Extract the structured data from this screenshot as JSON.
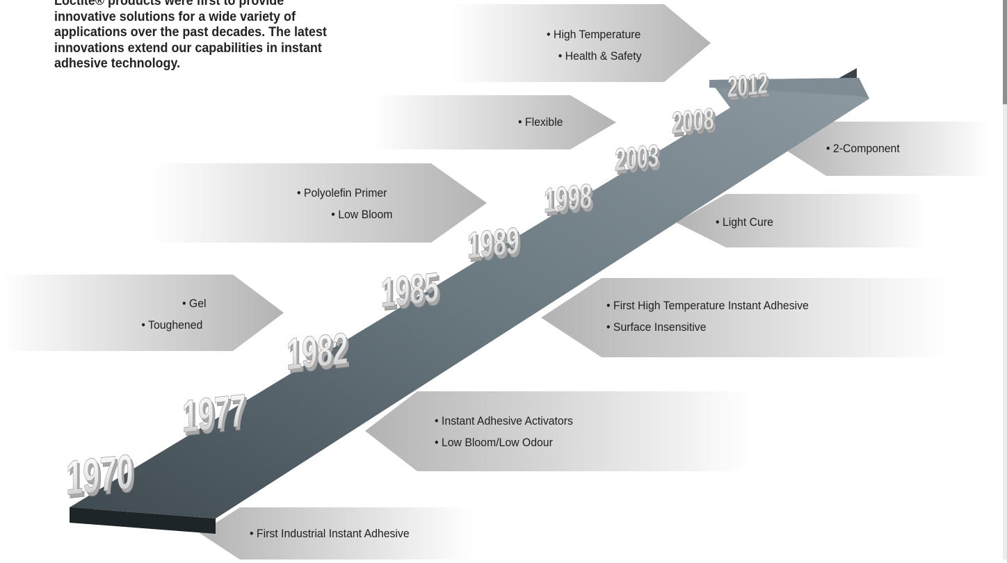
{
  "intro": {
    "lines": "Loctite® products were first to provide\ninnovative solutions for a wide variety of\napplications over the past decades. The latest\ninnovations extend our capabilities in instant\nadhesive technology."
  },
  "years": [
    "1970",
    "1977",
    "1982",
    "1985",
    "1989",
    "1998",
    "2003",
    "2008",
    "2012"
  ],
  "callouts": {
    "c1970": {
      "lines": [
        "• First Industrial Instant Adhesive"
      ]
    },
    "c1977": {
      "lines": [
        "• Instant Adhesive Activators",
        "• Low Bloom/Low Odour"
      ]
    },
    "c1982": {
      "lines": [
        "• Gel",
        "• Toughened"
      ]
    },
    "c1985": {
      "lines": [
        "• First High Temperature Instant Adhesive",
        "• Surface Insensitive"
      ]
    },
    "c1989": {
      "lines": [
        "• Polyolefin Primer",
        "• Low Bloom"
      ]
    },
    "c1998": {
      "lines": [
        "• Light Cure"
      ]
    },
    "c2003": {
      "lines": [
        "• Flexible"
      ]
    },
    "c2008": {
      "lines": [
        "• 2-Component"
      ]
    },
    "c2012": {
      "lines": [
        "• High Temperature",
        "• Health & Safety"
      ]
    }
  },
  "colors": {
    "track_top": "#5d6b73",
    "track_dark": "#2d373d",
    "digit_face": "#f2f2f2",
    "digit_side": "#a9a9a9",
    "callout_grey": "#b9b9b9",
    "text": "#1f1f1f"
  }
}
